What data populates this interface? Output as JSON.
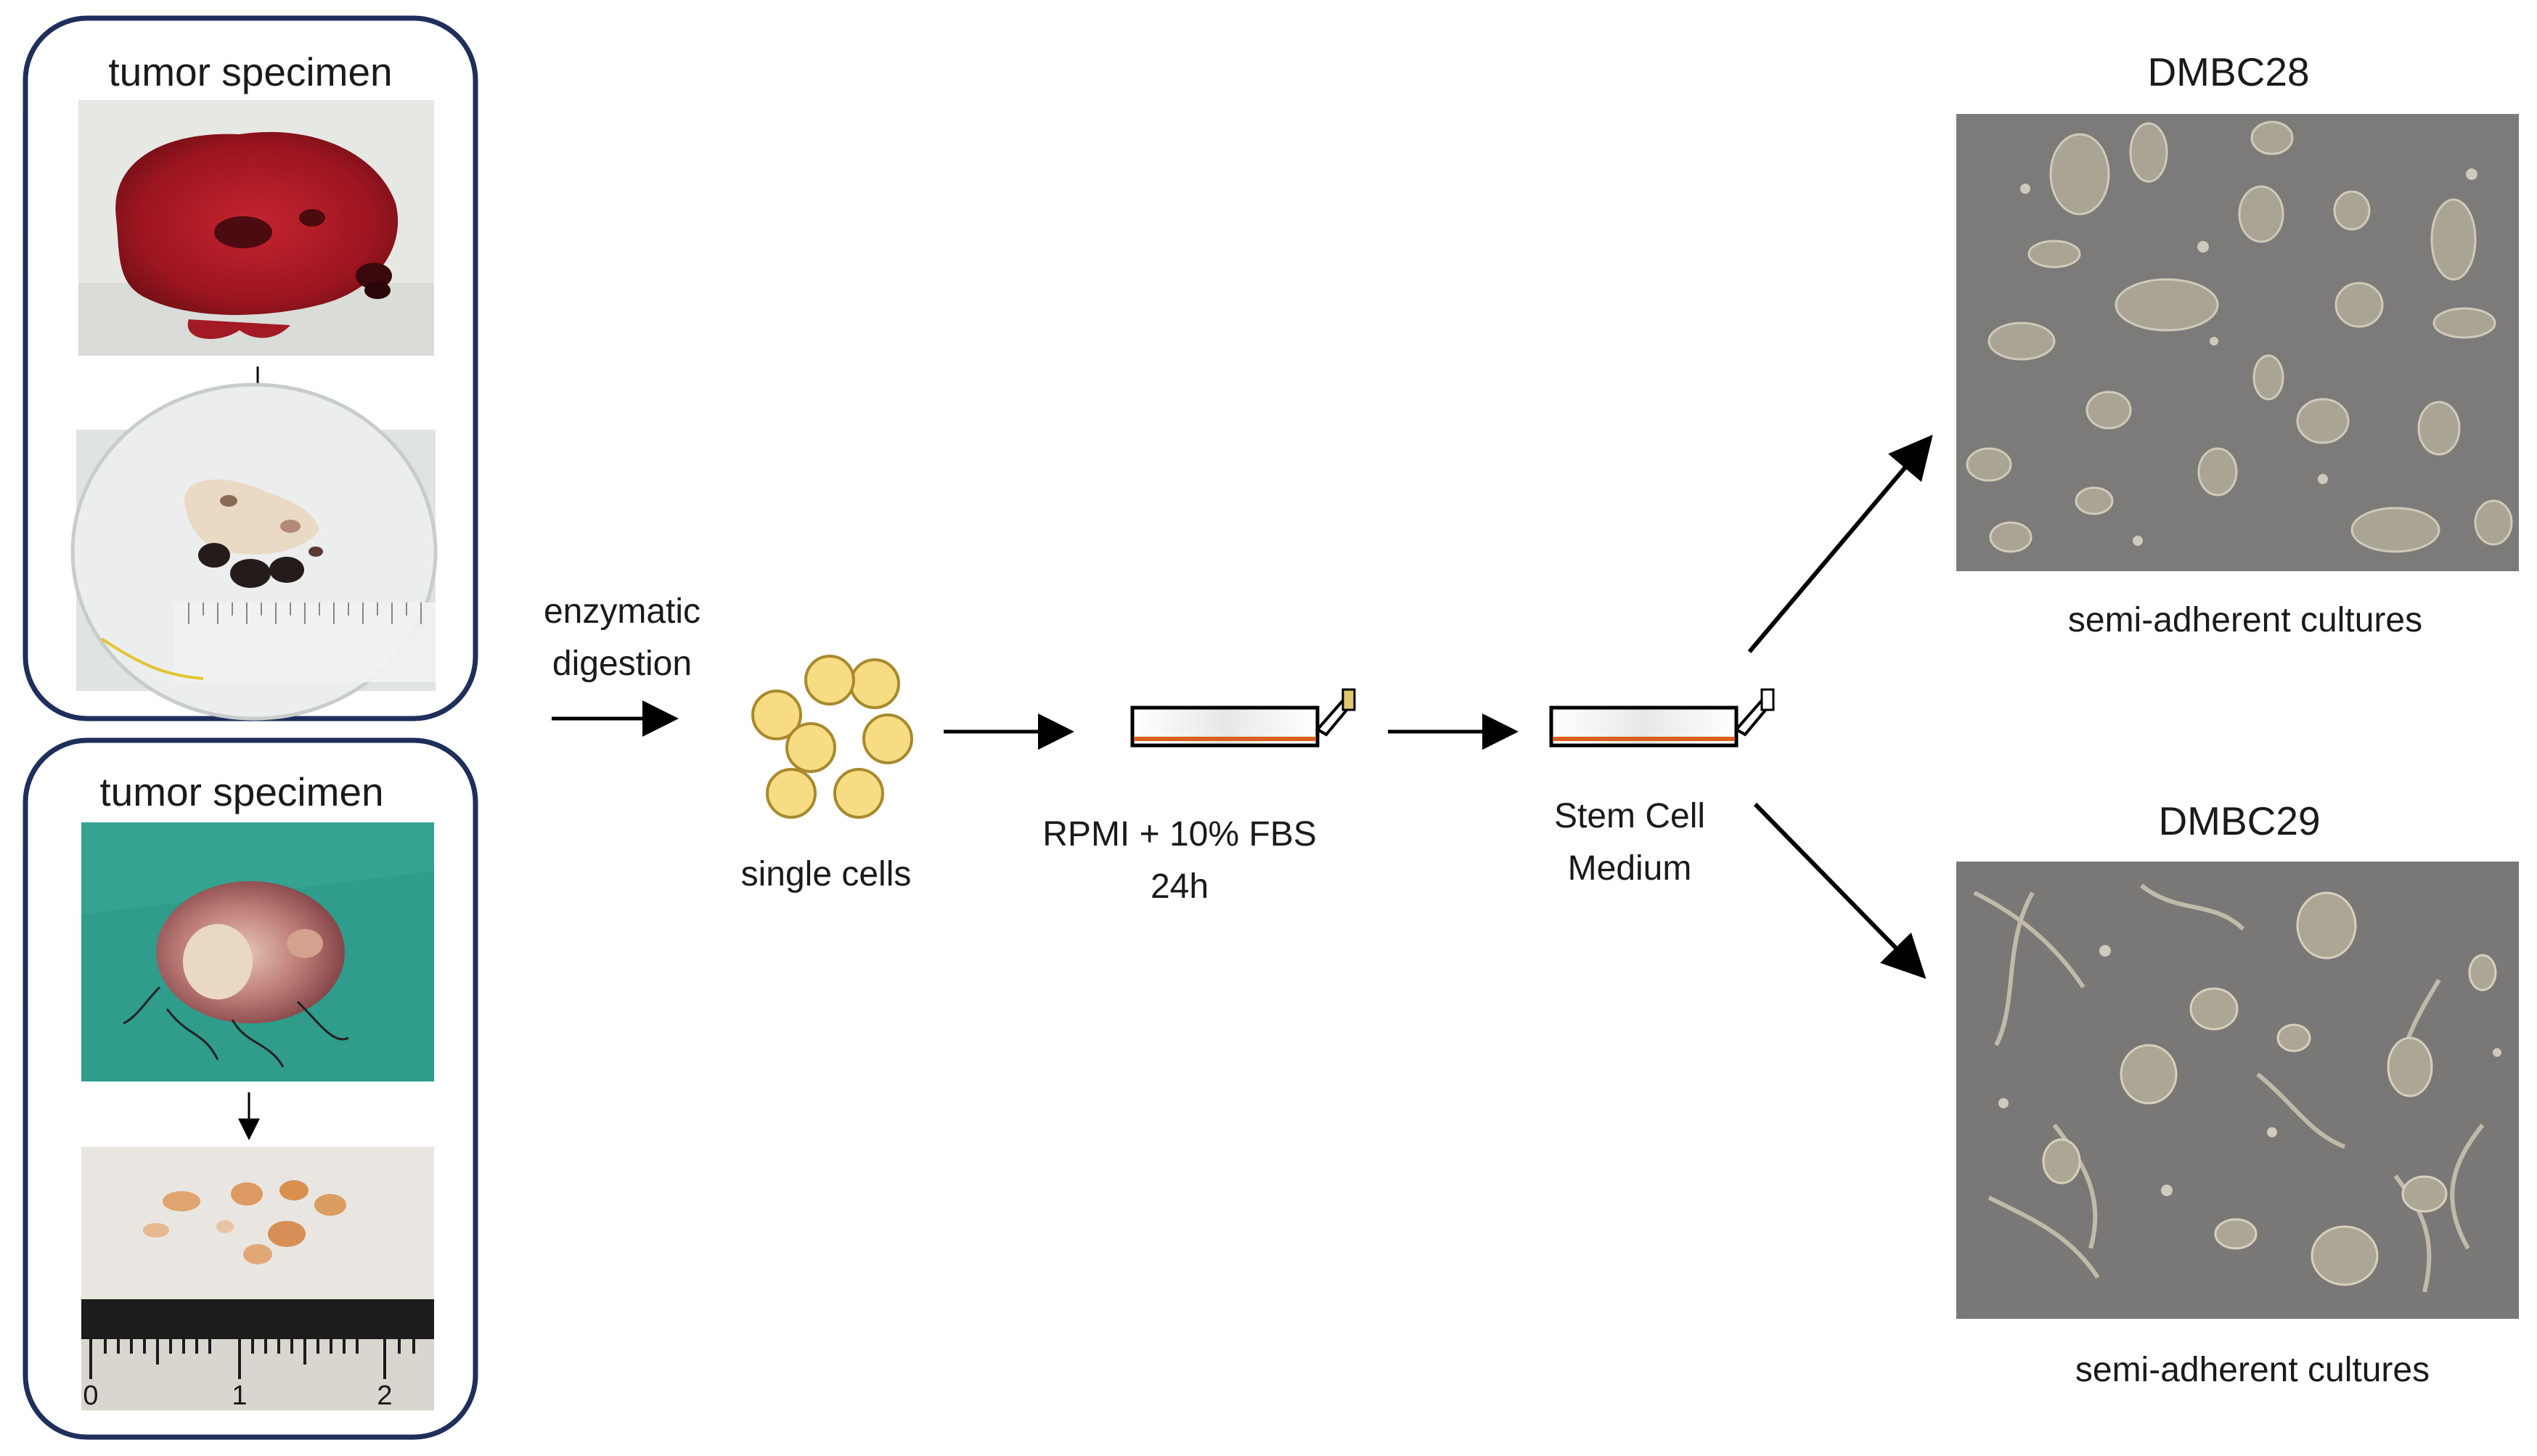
{
  "specimen_top": {
    "title": "tumor specimen"
  },
  "specimen_bottom": {
    "title": "tumor specimen",
    "ruler_labels": [
      "0",
      "1",
      "2"
    ]
  },
  "steps": {
    "digestion_line1": "enzymatic",
    "digestion_line2": "digestion",
    "single_cells": "single cells",
    "rpmi_line1": "RPMI + 10% FBS",
    "rpmi_line2": "24h",
    "stem_line1": "Stem Cell",
    "stem_line2": "Medium"
  },
  "outputs": {
    "top_title": "DMBC28",
    "top_caption": "semi-adherent cultures",
    "bottom_title": "DMBC29",
    "bottom_caption": "semi-adherent cultures"
  },
  "colors": {
    "frame": "#1f2f5c",
    "cell_fill": "#f7dc84",
    "cell_stroke": "#a88a2c",
    "dish_line": "#d9601f"
  }
}
